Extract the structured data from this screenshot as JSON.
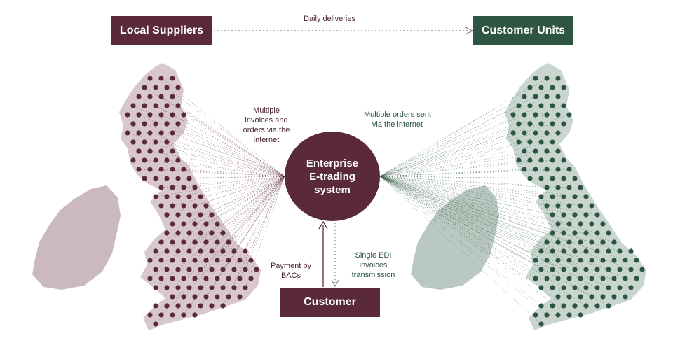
{
  "nodes": {
    "local_suppliers": "Local Suppliers",
    "customer_units": "Customer Units",
    "customer": "Customer",
    "hub": "Enterprise\nE-trading\nsystem"
  },
  "edges": {
    "daily_deliveries": "Daily deliveries",
    "supplier_flow": "Multiple\ninvoices and\norders via the\ninternet",
    "customer_units_flow": "Multiple orders sent\nvia the internet",
    "payment": "Payment by\nBACs",
    "edi": "Single EDI\ninvoices\ntransmission"
  },
  "colors": {
    "maroon": "#5a2a38",
    "green": "#2e5541",
    "map_left": "#d8c8cc",
    "map_right": "#c9d6cf",
    "ireland_left": "#cbb9be",
    "ireland_right": "#b9c8c0"
  }
}
